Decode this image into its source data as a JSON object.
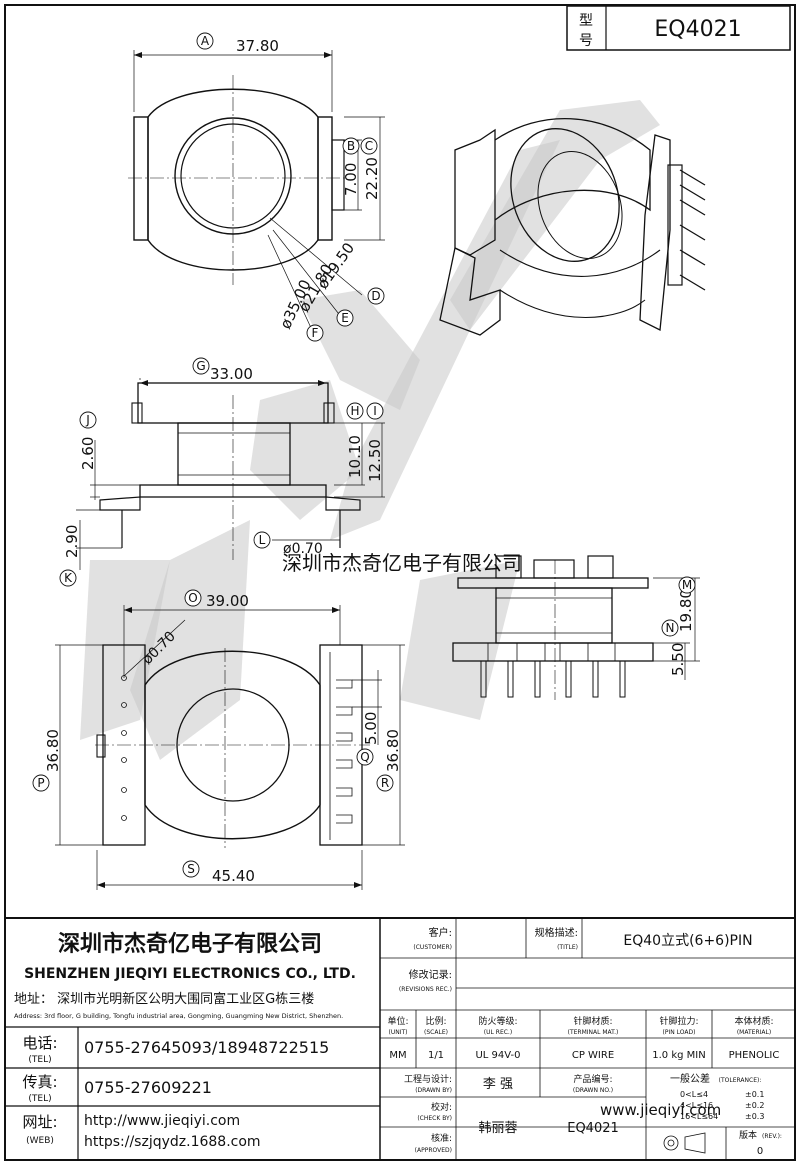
{
  "model_box": {
    "label_line1": "型",
    "label_line2": "号",
    "value": "EQ4021"
  },
  "dimensions": {
    "top_view": {
      "A": "37.80",
      "B_C_height": "22.20",
      "B_width": "7.00",
      "D": "ø19.50",
      "E": "ø21.80",
      "F": "ø35.00"
    },
    "side_view": {
      "G": "33.00",
      "H_I_left": "10.10",
      "H_I_right": "12.50",
      "J": "2.60",
      "K": "2.90",
      "L": "ø0.70"
    },
    "front_view": {
      "M": "19.80",
      "N": "5.50"
    },
    "bottom_view": {
      "O": "39.00",
      "pin": "ø0.70",
      "P": "36.80",
      "Q": "5.00",
      "R": "36.80",
      "S": "45.40"
    }
  },
  "labels": [
    "A",
    "B",
    "C",
    "D",
    "E",
    "F",
    "G",
    "H",
    "I",
    "J",
    "K",
    "L",
    "M",
    "N",
    "O",
    "P",
    "Q",
    "R",
    "S"
  ],
  "watermark": {
    "center_text": "深圳市杰奇亿电子有限公司",
    "corner_text": "www.jieqiyi.com"
  },
  "title_block": {
    "company_cn": "深圳市杰奇亿电子有限公司",
    "company_en": "SHENZHEN JIEQIYI ELECTRONICS CO., LTD.",
    "address_cn": "地址：  深圳市光明新区公明大围同富工业区G栋三楼",
    "address_en": "Address: 3rd floor, G building, Tongfu industrial area, Gongming, Guangming New District, Shenzhen.",
    "tel_label": "电话:",
    "tel_label_en": "(TEL)",
    "tel": "0755-27645093/18948722515",
    "fax_label": "传真:",
    "fax_label_en": "(TEL)",
    "fax": "0755-27609221",
    "web_label": "网址:",
    "web_label_en": "(WEB)",
    "web1": "http://www.jieqiyi.com",
    "web2": "https://szjqydz.1688.com",
    "customer_label": "客户:",
    "customer_label_en": "(CUSTOMER)",
    "title_label": "规格描述:",
    "title_label_en": "(TITLE)",
    "title": "EQ40立式(6+6)PIN",
    "revisions_label": "修改记录:",
    "revisions_label_en": "(REVISIONS REC.)",
    "unit_label": "单位:",
    "unit_label_en": "(UNIT)",
    "unit": "MM",
    "scale_label": "比例:",
    "scale_label_en": "(SCALE)",
    "scale": "1/1",
    "ul_label": "防火等级:",
    "ul_label_en": "(UL REC.)",
    "ul": "UL 94V-0",
    "terminal_label": "针脚材质:",
    "terminal_label_en": "(TERMINAL MAT.)",
    "terminal": "CP WIRE",
    "pinload_label": "针脚拉力:",
    "pinload_label_en": "(PIN LOAD)",
    "pinload": "1.0 kg MIN",
    "material_label": "本体材质:",
    "material_label_en": "(MATERIAL)",
    "material": "PHENOLIC",
    "drawn_label": "工程与设计:",
    "drawn_label_en": "(DRAWN BY)",
    "drawn": "李  强",
    "drawing_no_label": "产品编号:",
    "drawing_no_label_en": "(DRAWN NO.)",
    "drawing_no": "EQ4021",
    "check_label": "校对:",
    "check_label_en": "(CHECK BY)",
    "check": "韩丽蓉",
    "approved_label": "核准:",
    "approved_label_en": "(APPROVED)",
    "tolerance_label": "一般公差",
    "tolerance_label_en": "(TOLERANCE):",
    "tol1_range": "0<L≤4",
    "tol1_value": "±0.1",
    "tol2_range": "4<L≤16",
    "tol2_value": "±0.2",
    "tol3_range": "16<L≤64",
    "tol3_value": "±0.3",
    "rev_label": "版本",
    "rev_label_en": "(REV.):",
    "rev": "0"
  }
}
